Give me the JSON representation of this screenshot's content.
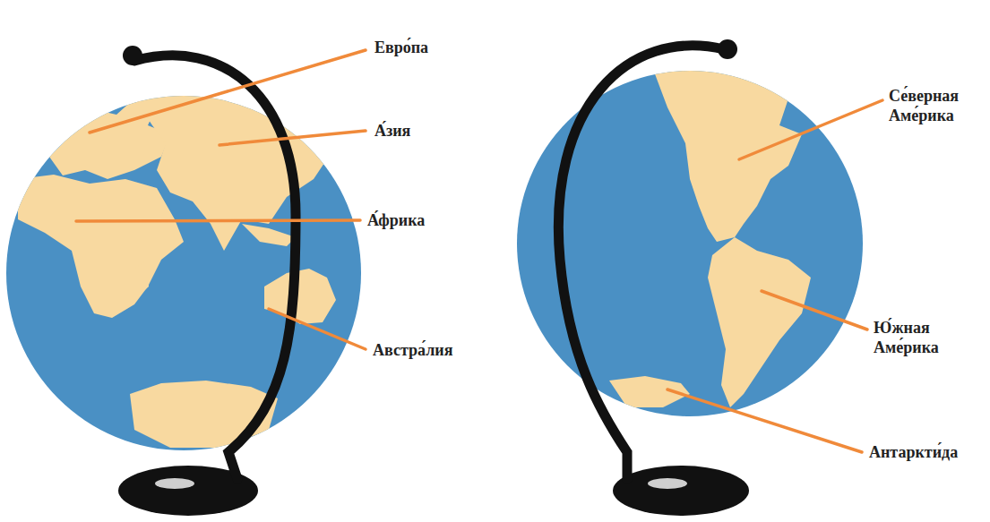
{
  "diagram": {
    "labels": [
      "Евро́па",
      "А́зия",
      "А́фрика",
      "Австра́лия",
      "Се́верная Аме́рика",
      "Ю́жная Аме́рика",
      "Антаркти́да"
    ]
  }
}
